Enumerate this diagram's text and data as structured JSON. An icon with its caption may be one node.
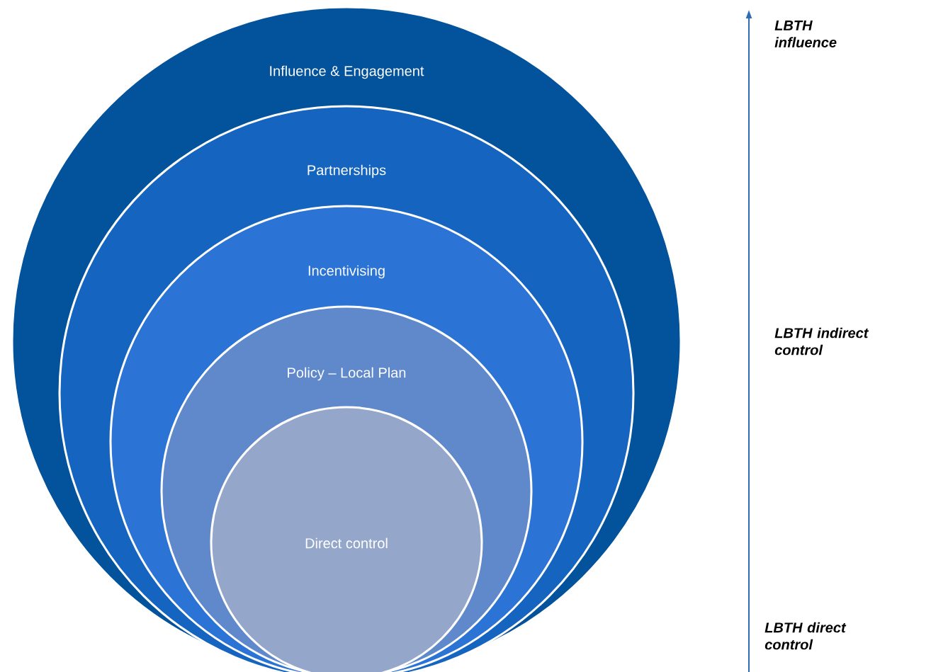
{
  "diagram": {
    "nodes": [
      {
        "text": [
          "Influence & Engagement"
        ]
      },
      {
        "text": [
          "Partnerships"
        ],
        "in": 0
      },
      {
        "text": [
          "Incentivising"
        ],
        "in": 1
      },
      {
        "text": [
          "Policy – Local Plan"
        ],
        "in": 2
      },
      {
        "text": [
          "Direct control"
        ],
        "in": 3
      }
    ],
    "labels": [
      "LBTH influence",
      "LBTH indirect control",
      "LBTH direct control"
    ]
  }
}
